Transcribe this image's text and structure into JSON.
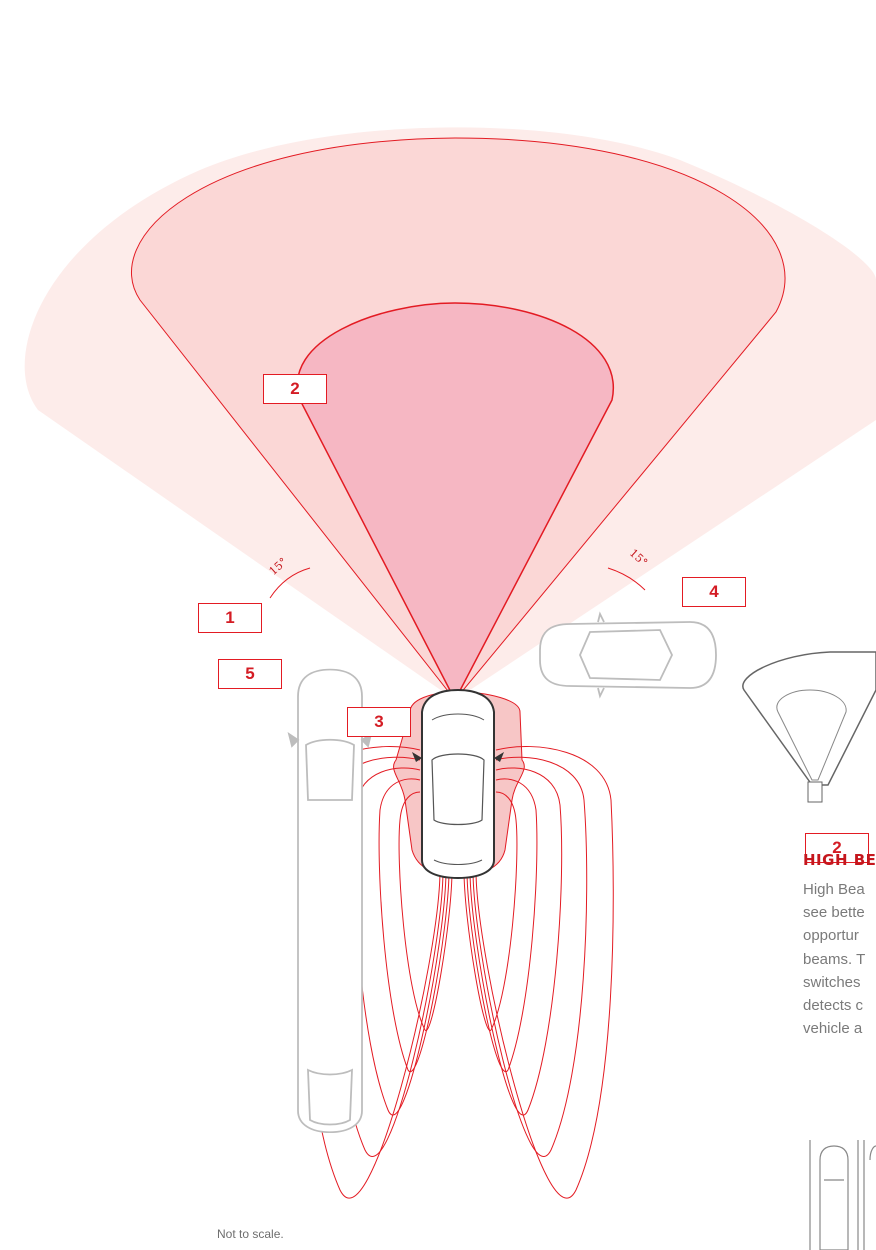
{
  "callouts": {
    "c1": "1",
    "c2": "2",
    "c3": "3",
    "c4": "4",
    "c5": "5",
    "panel": "2"
  },
  "angle_labels": {
    "left": "15°",
    "right": "15°"
  },
  "side_panel": {
    "heading": "HIGH BE",
    "lines": [
      "High Bea",
      "see bette",
      "opportur",
      "beams. T",
      "switches",
      "detects c",
      "vehicle a"
    ]
  },
  "footnote": "Not to scale.",
  "colors": {
    "accent": "#e31b23",
    "outer_zone": "#fdecea",
    "mid_zone": "#fbd7d6",
    "inner_zone": "#f6b7c3",
    "car_outline": "#bdbdbd"
  }
}
